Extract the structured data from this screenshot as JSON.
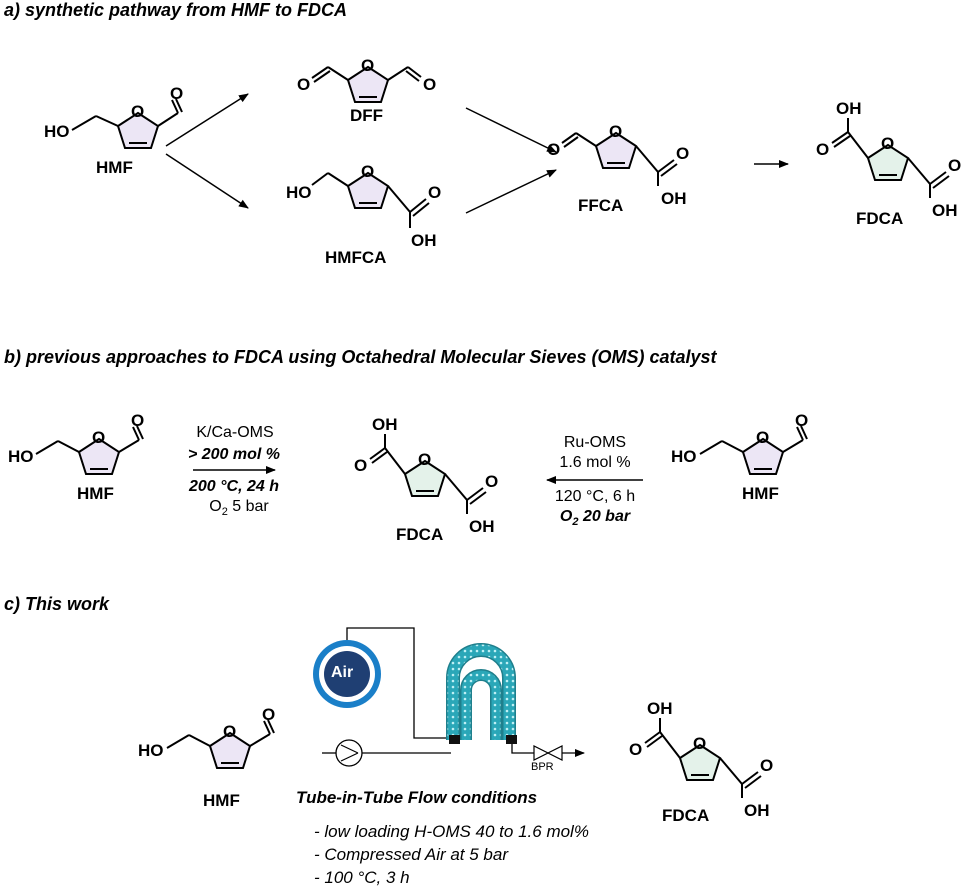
{
  "headings": {
    "a": "a) synthetic pathway from HMF to FDCA",
    "b": "b) previous approaches to FDCA using Octahedral Molecular Sieves (OMS) catalyst",
    "c": "c) This work"
  },
  "atoms": {
    "O": "O",
    "HO": "HO",
    "OH": "OH"
  },
  "compounds": {
    "hmf": "HMF",
    "dff": "DFF",
    "hmfca": "HMFCA",
    "ffca": "FFCA",
    "fdca": "FDCA"
  },
  "section_b": {
    "left_conditions": {
      "catalyst": "K/Ca-OMS",
      "loading": "> 200 mol %",
      "temp_time": "200 °C, 24 h",
      "pressure": "5 bar",
      "gas": "O",
      "gas_sub": "2"
    },
    "right_conditions": {
      "catalyst": "Ru-OMS",
      "loading": "1.6 mol %",
      "temp_time": "120 °C, 6 h",
      "pressure": "20 bar",
      "gas": "O",
      "gas_sub": "2"
    }
  },
  "section_c": {
    "air": "Air",
    "bpr": "BPR",
    "flow_title": "Tube-in-Tube Flow conditions",
    "bullets": [
      "- low loading H-OMS 40 to 1.6 mol%",
      "- Compressed Air at 5 bar",
      "- 100 °C, 3 h"
    ]
  },
  "colors": {
    "tube": "#3fb8c8",
    "air_ring": "#1a7fc8",
    "air_core": "#1f3f73",
    "ring_tint": "#ece6f5",
    "ring_tint_green": "#e4f2ea"
  }
}
